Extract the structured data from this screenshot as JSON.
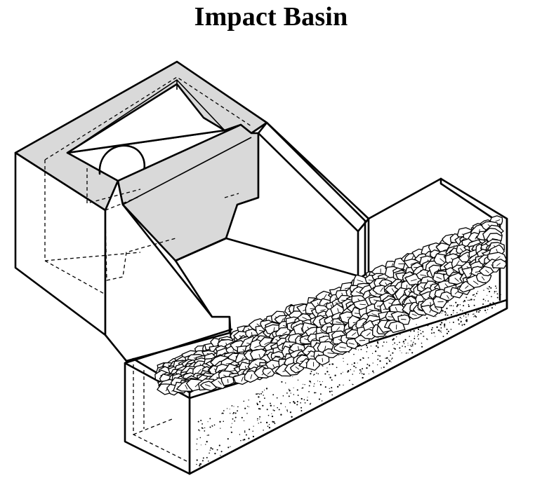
{
  "title": "Impact Basin",
  "colors": {
    "line": "#000000",
    "shaded_concrete": "#d9d9d9",
    "background": "#ffffff"
  },
  "parts": {
    "concrete_structure": "impact-basin-structure",
    "riprap": "riprap-stones",
    "channel_bed": "gravel-bed"
  }
}
